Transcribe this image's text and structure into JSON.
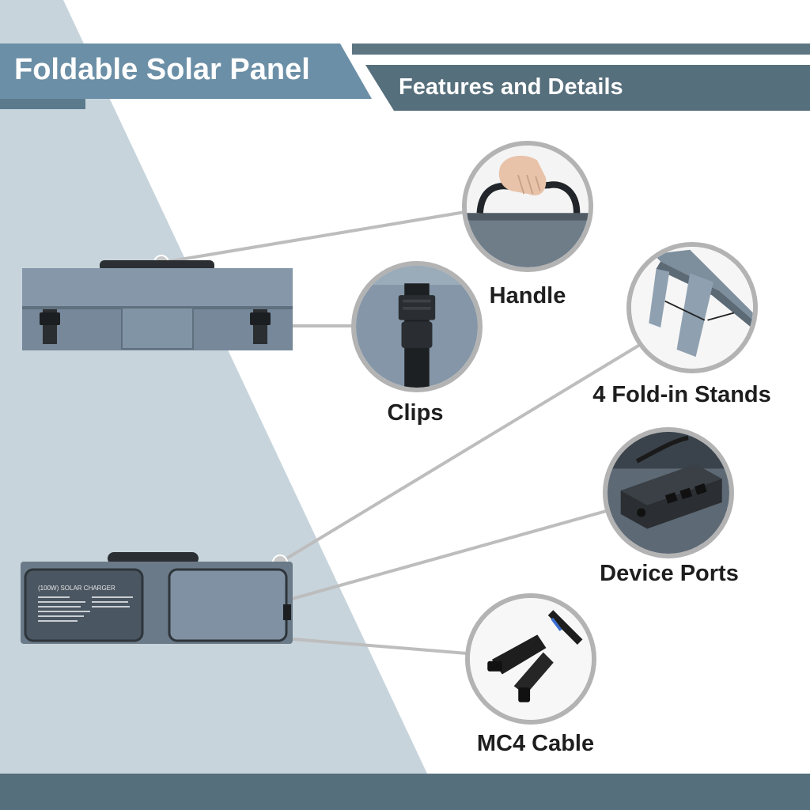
{
  "header": {
    "title": "Foldable Solar Panel",
    "subtitle": "Features and Details"
  },
  "features": [
    {
      "id": "handle",
      "label": "Handle"
    },
    {
      "id": "clips",
      "label": "Clips"
    },
    {
      "id": "stands",
      "label": "4 Fold-in Stands"
    },
    {
      "id": "ports",
      "label": "Device Ports"
    },
    {
      "id": "cable",
      "label": "MC4 Cable"
    }
  ],
  "product_label": {
    "heading": "(100W) SOLAR CHARGER"
  },
  "colors": {
    "title_band": "#6b8fa6",
    "subtitle_band": "#566f7c",
    "background_wedge": "#c7d4dc",
    "panel_fabric": "#6f7f8c",
    "callout_ring": "#b3b3b3",
    "connector_line": "#bdbdbd"
  }
}
